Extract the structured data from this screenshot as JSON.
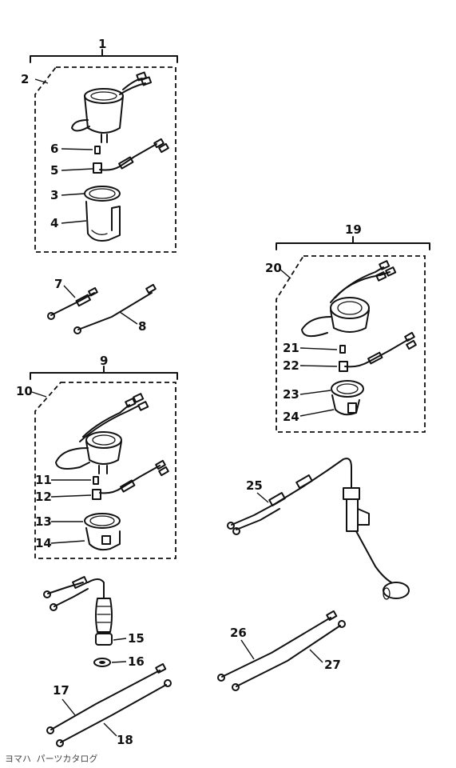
{
  "groups": {
    "g1": "1",
    "g2": "2",
    "g9": "9",
    "g10": "10",
    "g19": "19",
    "g20": "20"
  },
  "parts": {
    "p3": "3",
    "p4": "4",
    "p5": "5",
    "p6": "6",
    "p7": "7",
    "p8": "8",
    "p11": "11",
    "p12": "12",
    "p13": "13",
    "p14": "14",
    "p15": "15",
    "p16": "16",
    "p17": "17",
    "p18": "18",
    "p21": "21",
    "p22": "22",
    "p23": "23",
    "p24": "24",
    "p25": "25",
    "p26": "26",
    "p27": "27"
  },
  "footer": "ヨマハ  パーツカタログ"
}
